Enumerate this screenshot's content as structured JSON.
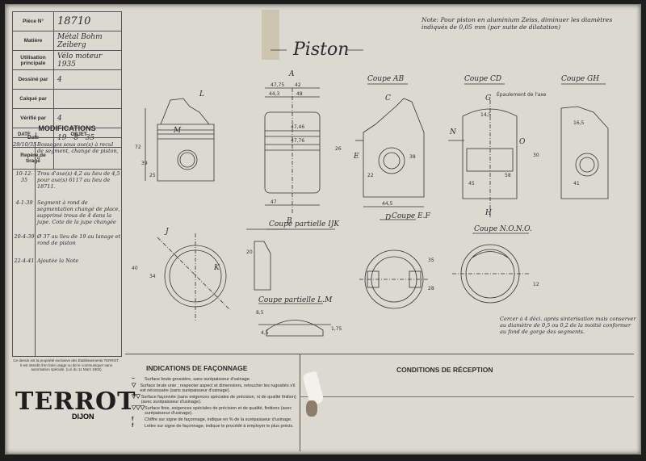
{
  "title_block": {
    "rows": [
      {
        "label": "Pièce N°",
        "value": "18710"
      },
      {
        "label": "Matière",
        "value": "Métal Bohm Zeiberg"
      },
      {
        "label": "Utilisation principale",
        "value": "Vélo moteur 1935"
      },
      {
        "label": "Dessiné par",
        "value": "4"
      },
      {
        "label": "Calqué par",
        "value": ""
      },
      {
        "label": "Vérifié par",
        "value": "4"
      },
      {
        "label": "Date",
        "value": "19 - 8 - 35"
      },
      {
        "label": "Repère de tirage",
        "value": ""
      }
    ]
  },
  "modifications": {
    "title": "MODIFICATIONS",
    "col_date": "DATE",
    "col_object": "OBJET",
    "items": [
      {
        "date": "29/10/35",
        "text": "Bossages sous axe(s) à recul de segment, changé de piston, a"
      },
      {
        "date": "10-12-35",
        "text": "Trou d'axe(s) 4,2 au lieu de 4,5 pour axe(s) 6117 au lieu de 18711."
      },
      {
        "date": "4-1-39",
        "text": "Segment à rond de segmentation changé de place, supprimé trous de 4 dans la jupe. Cote de la jupe changée"
      },
      {
        "date": "20-4-39",
        "text": "Ø 37 au lieu de 19 au lanage et rond de piston"
      },
      {
        "date": "22-4-41",
        "text": "Ajoutée la Note"
      }
    ]
  },
  "property_notice": "Ce dessin est la propriété exclusive des Établissements TERROT. Il est interdit d'en faire usage ou de le communiquer sans autorisation spéciale. (Loi du 11 Mars 1902)",
  "logo": {
    "name": "TERROT",
    "city": "DIJON"
  },
  "drawing": {
    "title": "Piston",
    "note": "Note: Pour piston en aluminium Zeiss, diminuer les diamètres indiqués de 0,05 mm (par suite de dilatation)",
    "sections": {
      "a": "A",
      "b": "B",
      "c": "C",
      "d": "D",
      "g": "G",
      "h": "H",
      "ab": "Coupe AB",
      "cd": "Coupe CD",
      "gh": "Coupe GH",
      "ef": "Coupe E.F",
      "ijk": "Coupe partielle IJK",
      "lm": "Coupe partielle L.M",
      "non": "Coupe N.O.N.O.",
      "j": "J",
      "k": "K",
      "l": "L",
      "m": "M",
      "n": "N",
      "o": "O",
      "e": "E"
    },
    "dims": {
      "a1": "47",
      "a2": "47,75",
      "a3": "44,3",
      "a4": "42",
      "a5": "48",
      "d1": "47,46",
      "d2": "44,5",
      "d3": "38",
      "d4": "72",
      "d5": "25",
      "d6": "58",
      "d7": "45",
      "d8": "41",
      "d9": "34",
      "d10": "40",
      "d11": "35",
      "d12": "28",
      "d13": "12",
      "d14": "47,76",
      "d15": "4,5",
      "d16": "20",
      "d17": "30",
      "d18": "22",
      "d19": "26",
      "d20": "39",
      "d21": "14,5",
      "d22": "16,5",
      "d23": "1,75",
      "d24": "8,5"
    },
    "ribbing_note": "Épaulement de l'axe",
    "segment_note": "Cercer à 4 déci. aprés sinterisation mais conserver au diamètre de 0,5 ou 0,2 de la moitié conformer au fond de gorge des segments."
  },
  "faconnage": {
    "title": "INDICATIONS DE FAÇONNAGE",
    "items": [
      {
        "symbol": "~",
        "text": "Surface brute grossière, sans surépaisseur d'usinage."
      },
      {
        "symbol": "▽",
        "text": "Surface brute unie ; respecter aspect et dimensions, retoucher les rugosités s'il est nécessaire (sans surépaisseur d'usinage)."
      },
      {
        "symbol": "▽▽",
        "text": "Surface façonnée (sans exigences spéciales de précision, ni de qualité finition) (avec surépaisseur d'usinage)."
      },
      {
        "symbol": "▽▽▽",
        "text": "Surface finie, exigences spéciales de précision et de qualité, finitions (avec surépaisseur d'usinage)."
      },
      {
        "symbol": "f",
        "text": "Chiffre sur signe de façonnage, indique en % de la surépaisseur d'usinage."
      },
      {
        "symbol": "f",
        "text": "Lettre sur signe de façonnage, indique le procédé à employer le plus précis."
      }
    ]
  },
  "reception": {
    "title": "CONDITIONS DE RÉCEPTION"
  }
}
